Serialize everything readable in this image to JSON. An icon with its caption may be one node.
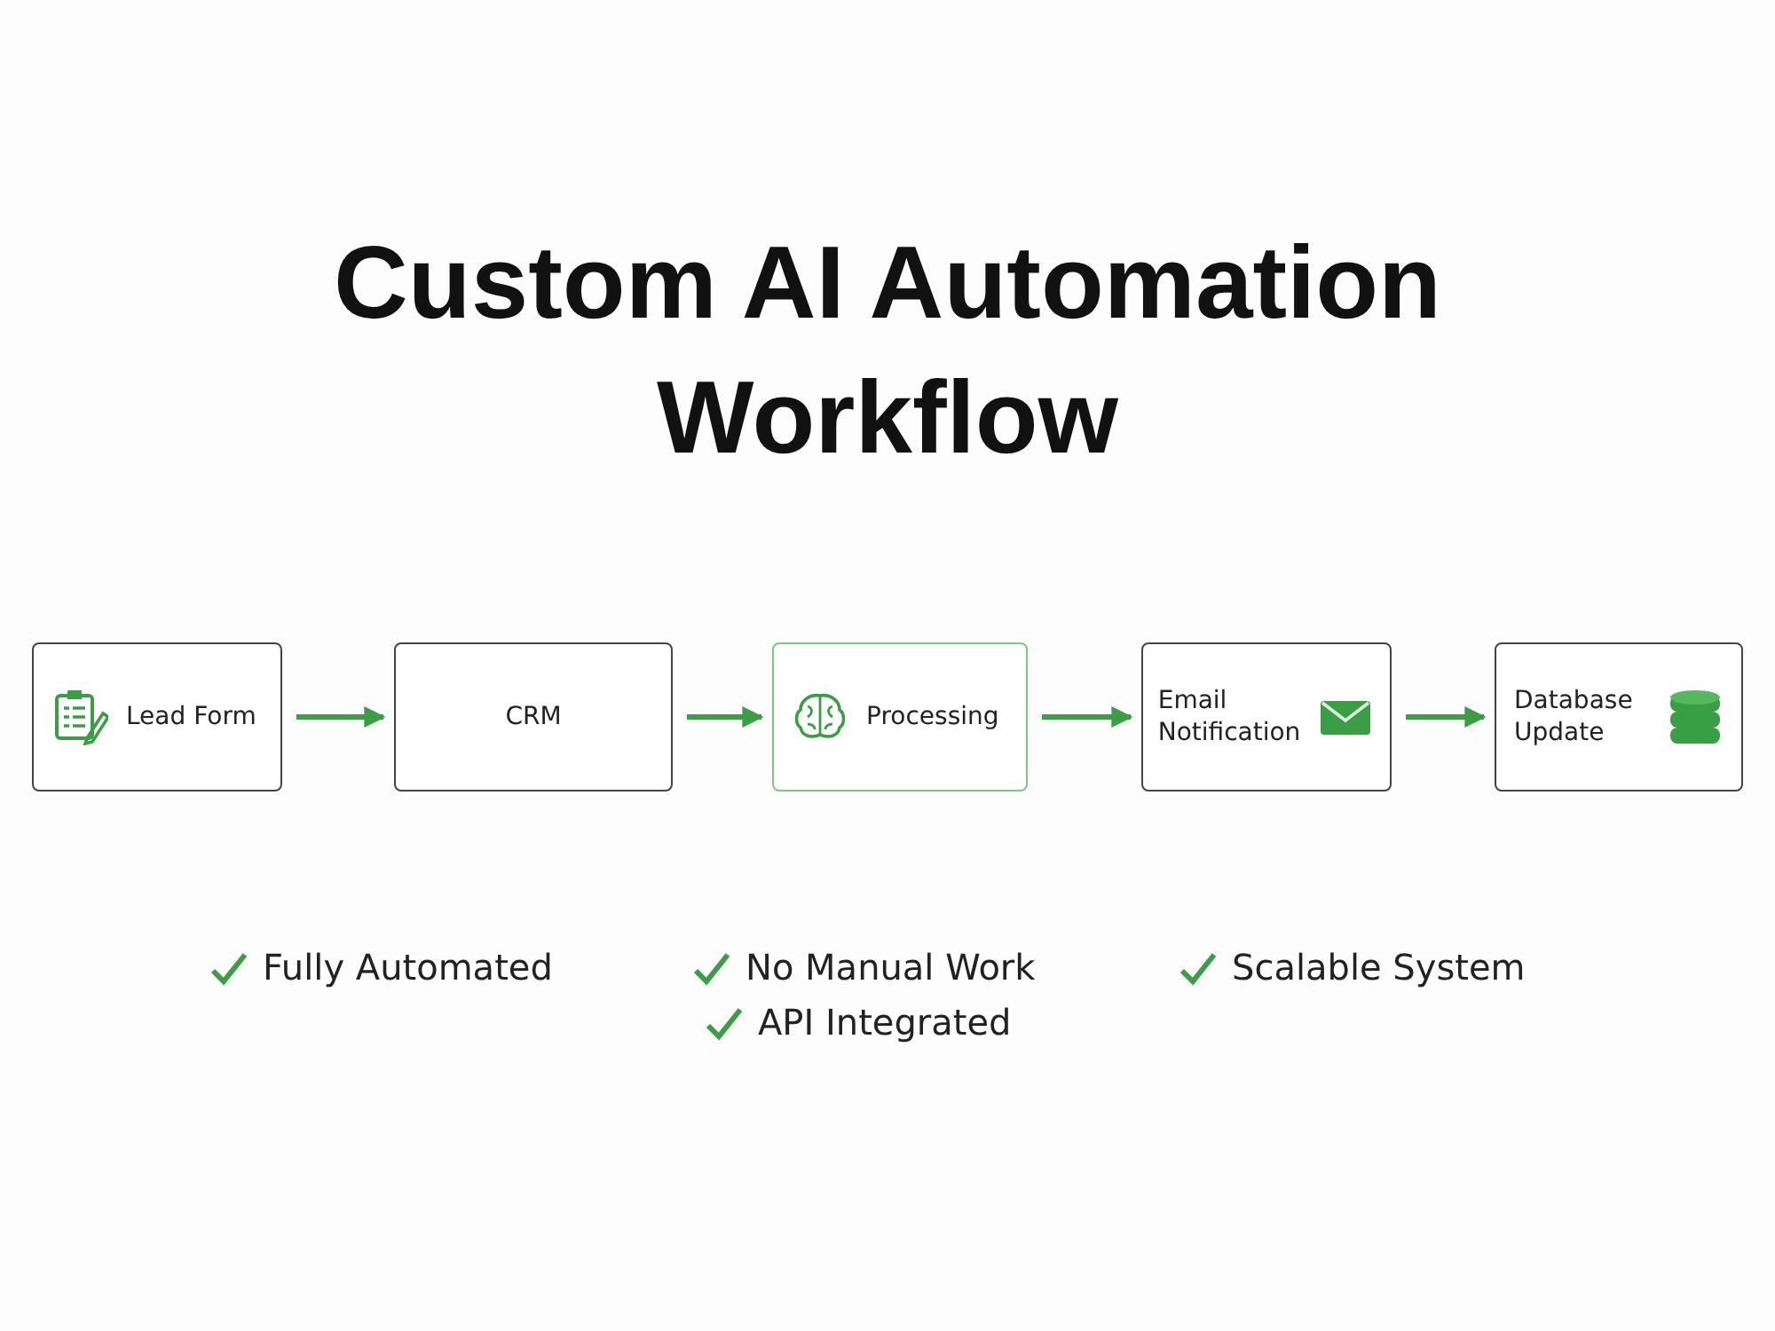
{
  "diagram": {
    "title": "Custom AI Automation Workflow",
    "nodes": [
      {
        "text": [
          "Lead Form"
        ]
      },
      {
        "text": [
          "CRM"
        ]
      },
      {
        "text": [
          "Processing"
        ]
      },
      {
        "text": [
          "Email Notification"
        ]
      },
      {
        "text": [
          "Database Update"
        ]
      }
    ],
    "edges": [
      {
        "from": 0,
        "to": 1,
        "arrow": "to"
      },
      {
        "from": 1,
        "to": 2,
        "arrow": "to"
      },
      {
        "from": 2,
        "to": 3,
        "arrow": "to"
      },
      {
        "from": 3,
        "to": 4,
        "arrow": "to"
      }
    ],
    "labels": [
      "Fully Automated",
      "No Manual Work",
      "Scalable System",
      "API Integrated"
    ]
  }
}
